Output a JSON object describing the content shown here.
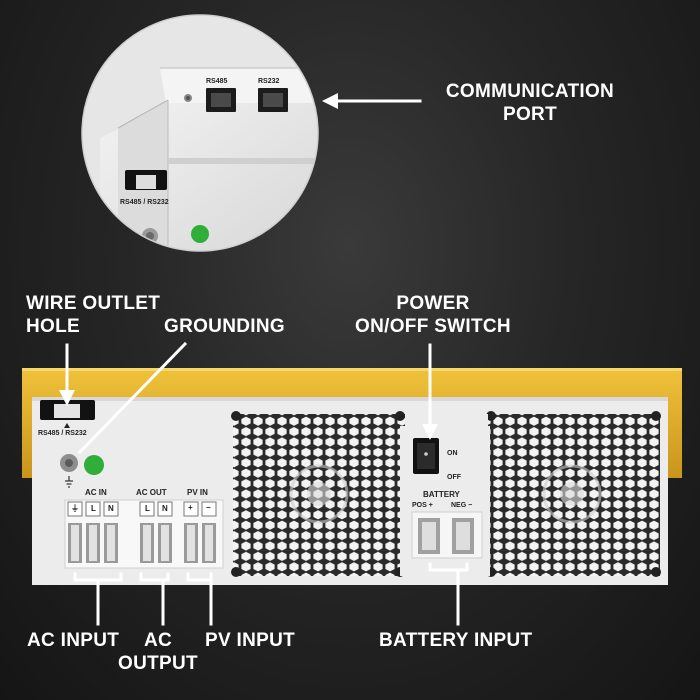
{
  "labels": {
    "communication_port": [
      "COMMUNICATION",
      "PORT"
    ],
    "wire_outlet_hole": [
      "WIRE OUTLET",
      "HOLE"
    ],
    "grounding": "GROUNDING",
    "power_switch": [
      "POWER",
      "ON/OFF SWITCH"
    ],
    "ac_input": "AC INPUT",
    "ac_output": [
      "AC",
      "OUTPUT"
    ],
    "pv_input": "PV INPUT",
    "battery_input": "BATTERY INPUT"
  },
  "zoom_panel": {
    "port_rs485": "RS485",
    "port_rs232": "RS232",
    "outlet_label": "RS485 / RS232"
  },
  "device": {
    "outlet_label": "RS485 / RS232",
    "switch_on": "ON",
    "switch_off": "OFF",
    "terminals": {
      "ac_in": "AC IN",
      "ac_out": "AC OUT",
      "pv_in": "PV IN",
      "ac_in_marks": [
        "⏚",
        "L",
        "N"
      ],
      "ac_out_marks": [
        "L",
        "N"
      ],
      "pv_marks": [
        "+",
        "−"
      ]
    },
    "battery": {
      "title": "BATTERY",
      "pos": "POS +",
      "neg": "NEG −"
    }
  },
  "colors": {
    "housing_yellow": "#e7b52a",
    "panel_white": "#ececec",
    "label_text": "#ffffff"
  }
}
